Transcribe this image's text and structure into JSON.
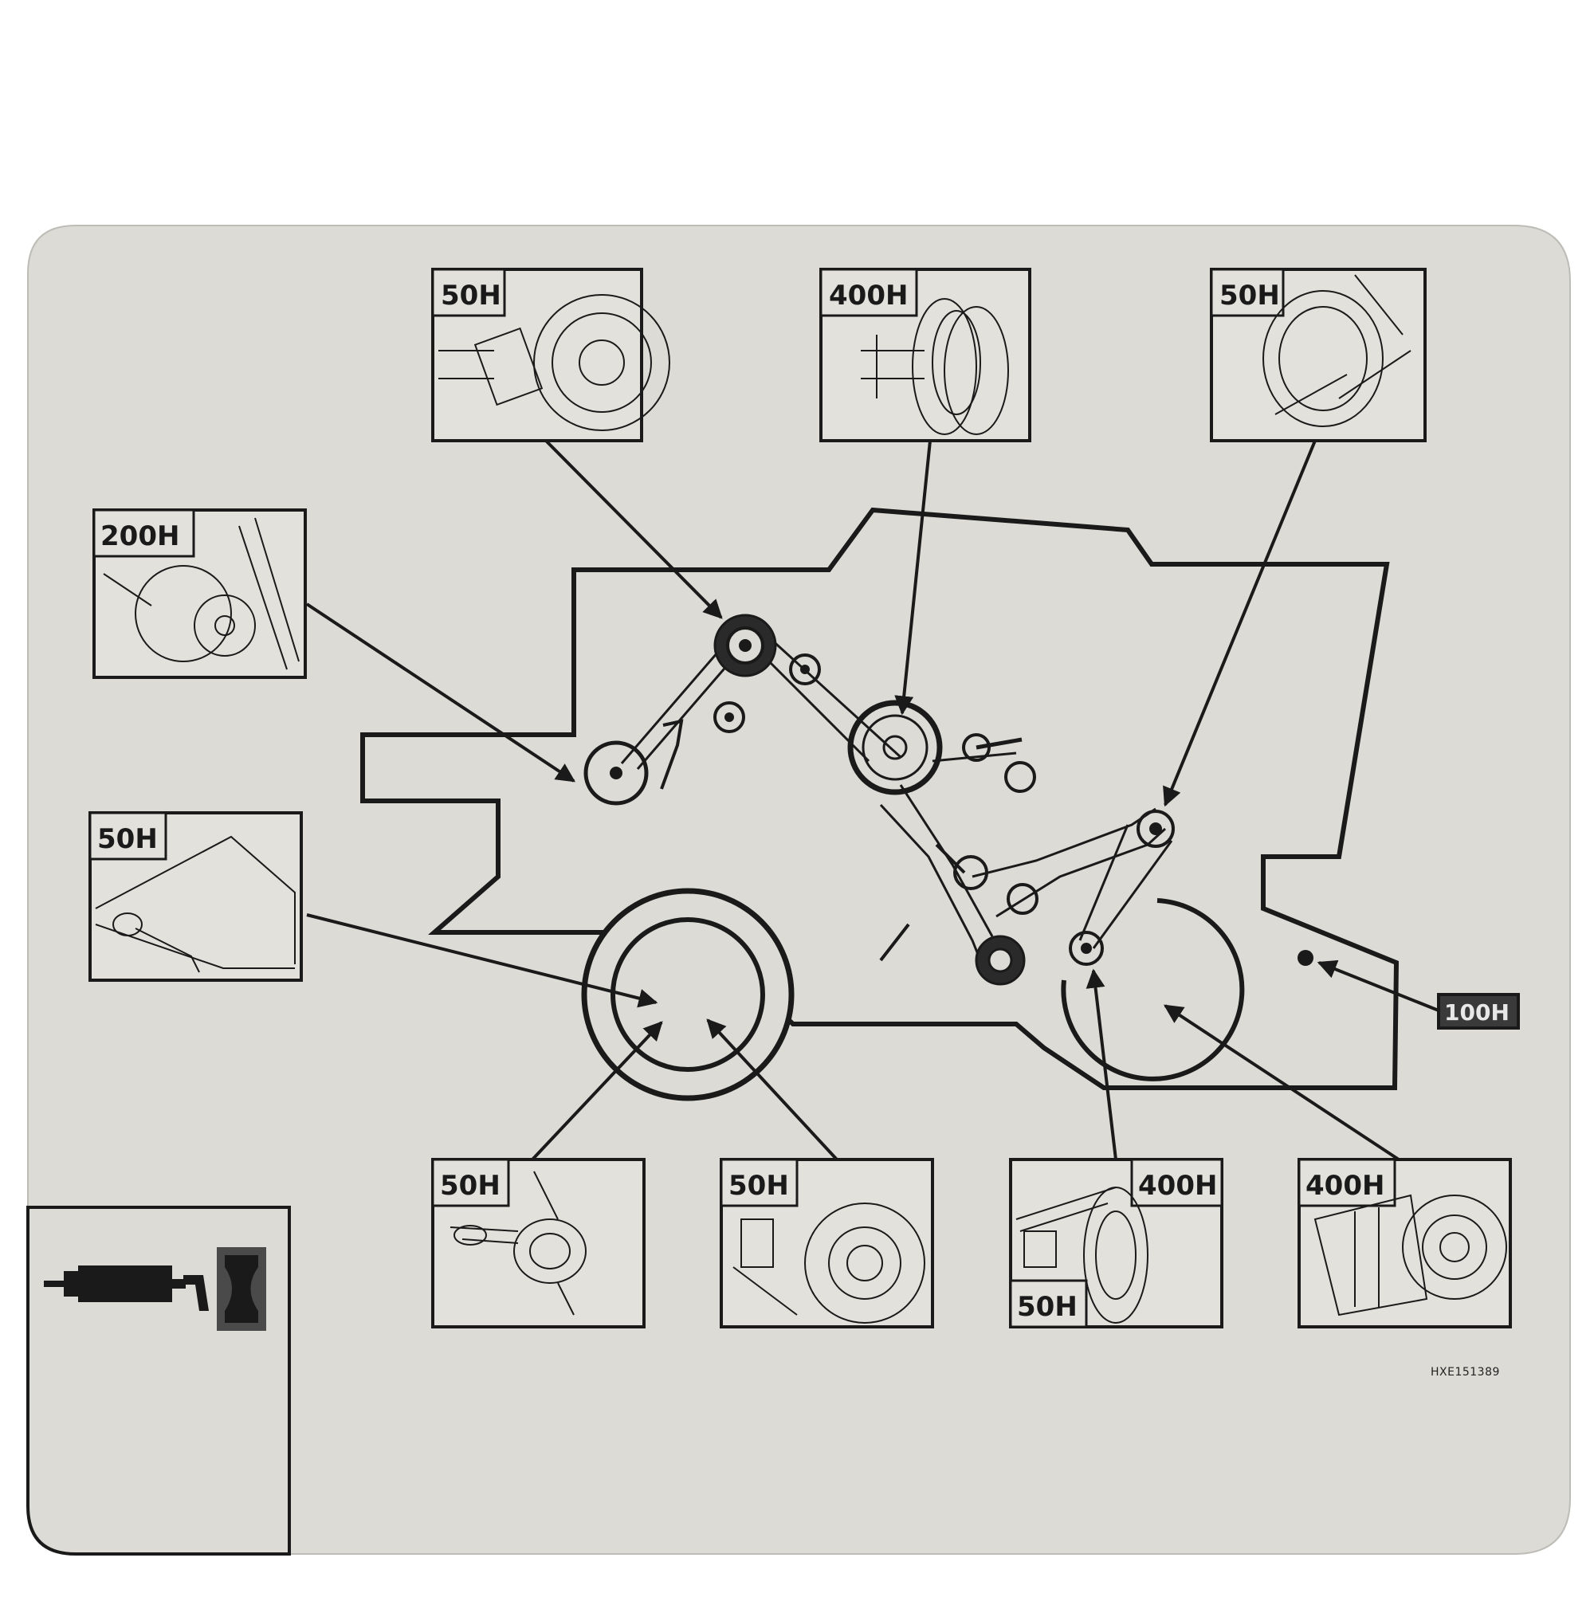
{
  "intervals": {
    "top_left": "50H",
    "top_center": "400H",
    "top_right": "50H",
    "left_upper": "200H",
    "left_lower": "50H",
    "small_right": "100H",
    "bottom_1": "50H",
    "bottom_2": "50H",
    "bottom_3_upper": "400H",
    "bottom_3_lower": "50H",
    "bottom_4": "400H"
  },
  "icons": {
    "service_tool": "grease-gun-icon",
    "grease": "grease-cartridge-icon"
  },
  "reference_code": "HXE151389",
  "colors": {
    "panel": "#dcdbd6",
    "ink": "#1a1a1a"
  }
}
